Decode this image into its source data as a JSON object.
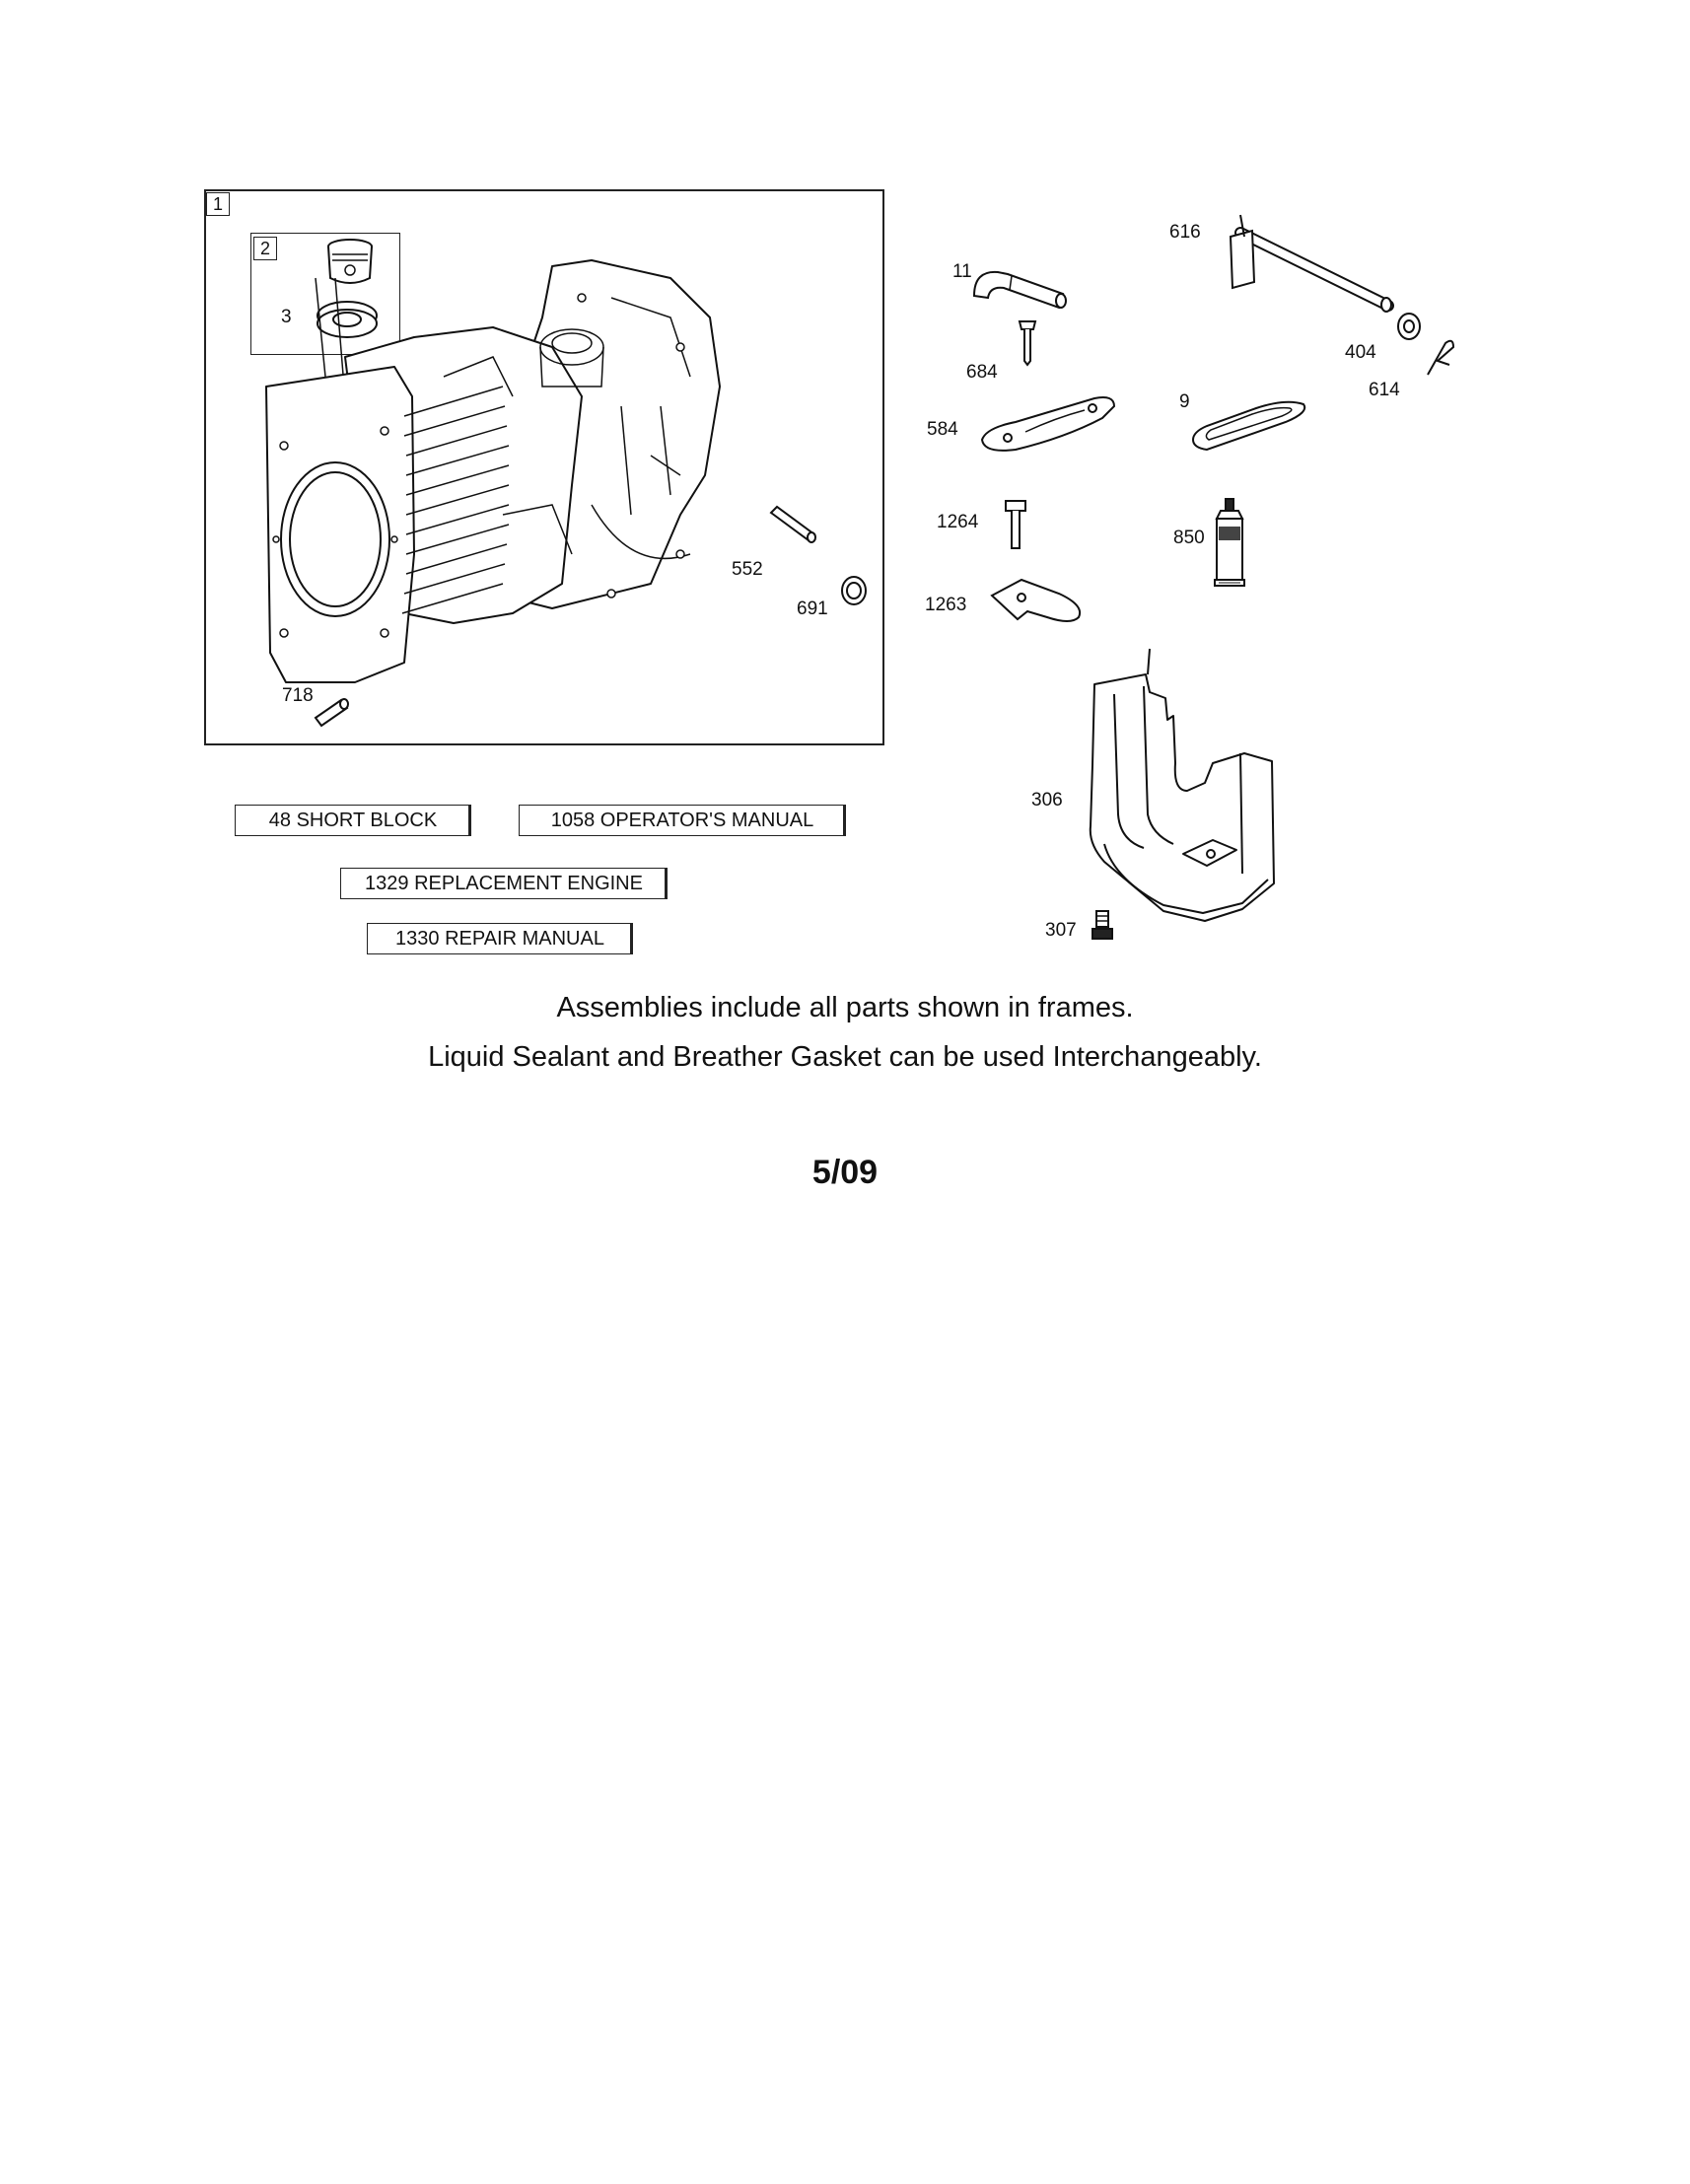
{
  "assembly_frame": {
    "tag": "1",
    "subframe_tag": "2"
  },
  "callouts": {
    "p3": "3",
    "p718": "718",
    "p552": "552",
    "p691": "691",
    "p11": "11",
    "p616": "616",
    "p404": "404",
    "p614": "614",
    "p684": "684",
    "p584": "584",
    "p9": "9",
    "p1264": "1264",
    "p1263": "1263",
    "p850": "850",
    "p306": "306",
    "p307": "307"
  },
  "boxed_items": {
    "short_block": "48 SHORT BLOCK",
    "operators_manual": "1058  OPERATOR'S MANUAL",
    "replacement_engine": "1329 REPLACEMENT ENGINE",
    "repair_manual": "1330 REPAIR MANUAL"
  },
  "notes": {
    "line1": "Assemblies include all parts shown in frames.",
    "line2": "Liquid Sealant and Breather Gasket can be used Interchangeably."
  },
  "revision": "5/09"
}
